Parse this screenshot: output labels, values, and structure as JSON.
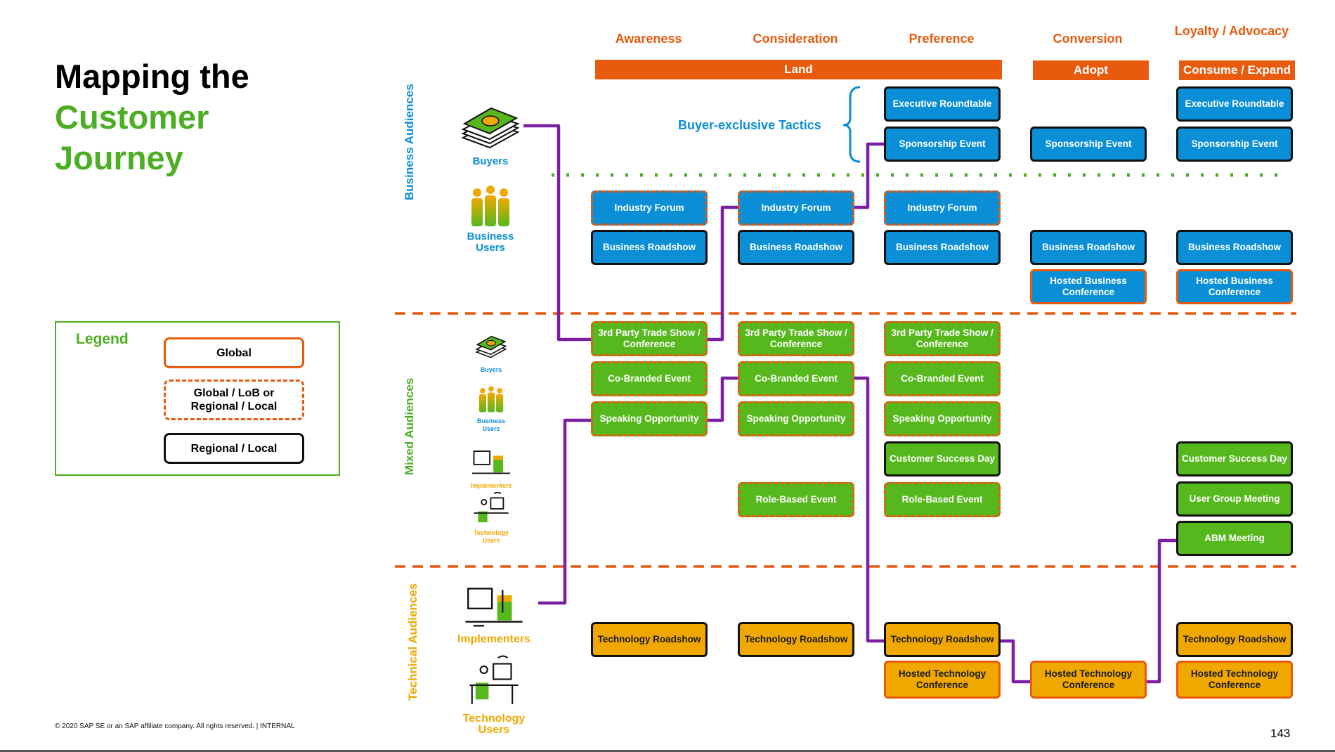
{
  "title": {
    "line1": "Mapping the",
    "line2": "Customer",
    "line3": "Journey"
  },
  "stages": [
    "Awareness",
    "Consideration",
    "Preference",
    "Conversion",
    "Loyalty / Advocacy"
  ],
  "phases": {
    "land": "Land",
    "adopt": "Adopt",
    "consume": "Consume / Expand"
  },
  "buyer_exclusive": "Buyer-exclusive Tactics",
  "sections": {
    "business": "Business Audiences",
    "mixed": "Mixed Audiences",
    "technical": "Technical Audiences"
  },
  "personas": {
    "buyers": "Buyers",
    "business_users": "Business Users",
    "implementers": "Implementers",
    "technology_users": "Technology Users"
  },
  "tactics": {
    "exec_roundtable": "Executive Roundtable",
    "sponsorship_event": "Sponsorship Event",
    "industry_forum": "Industry Forum",
    "business_roadshow": "Business Roadshow",
    "hosted_business_conference": "Hosted Business Conference",
    "trade_show": "3rd Party Trade Show / Conference",
    "co_branded": "Co-Branded Event",
    "speaking": "Speaking Opportunity",
    "customer_success": "Customer Success Day",
    "role_based": "Role-Based Event",
    "user_group": "User Group Meeting",
    "abm": "ABM Meeting",
    "tech_roadshow": "Technology Roadshow",
    "hosted_tech_conference": "Hosted Technology Conference"
  },
  "legend": {
    "title": "Legend",
    "global": "Global",
    "lob": "Global / LoB or Regional / Local",
    "regional": "Regional / Local"
  },
  "colors": {
    "orange": "#e85a0e",
    "green": "#4cae22",
    "blue": "#0a8fd6",
    "yellow": "#f0a800",
    "purple": "#7b1fa2"
  },
  "footer": "©  2020 SAP SE or an SAP affiliate company. All rights reserved.   |   INTERNAL",
  "page_number": "143"
}
